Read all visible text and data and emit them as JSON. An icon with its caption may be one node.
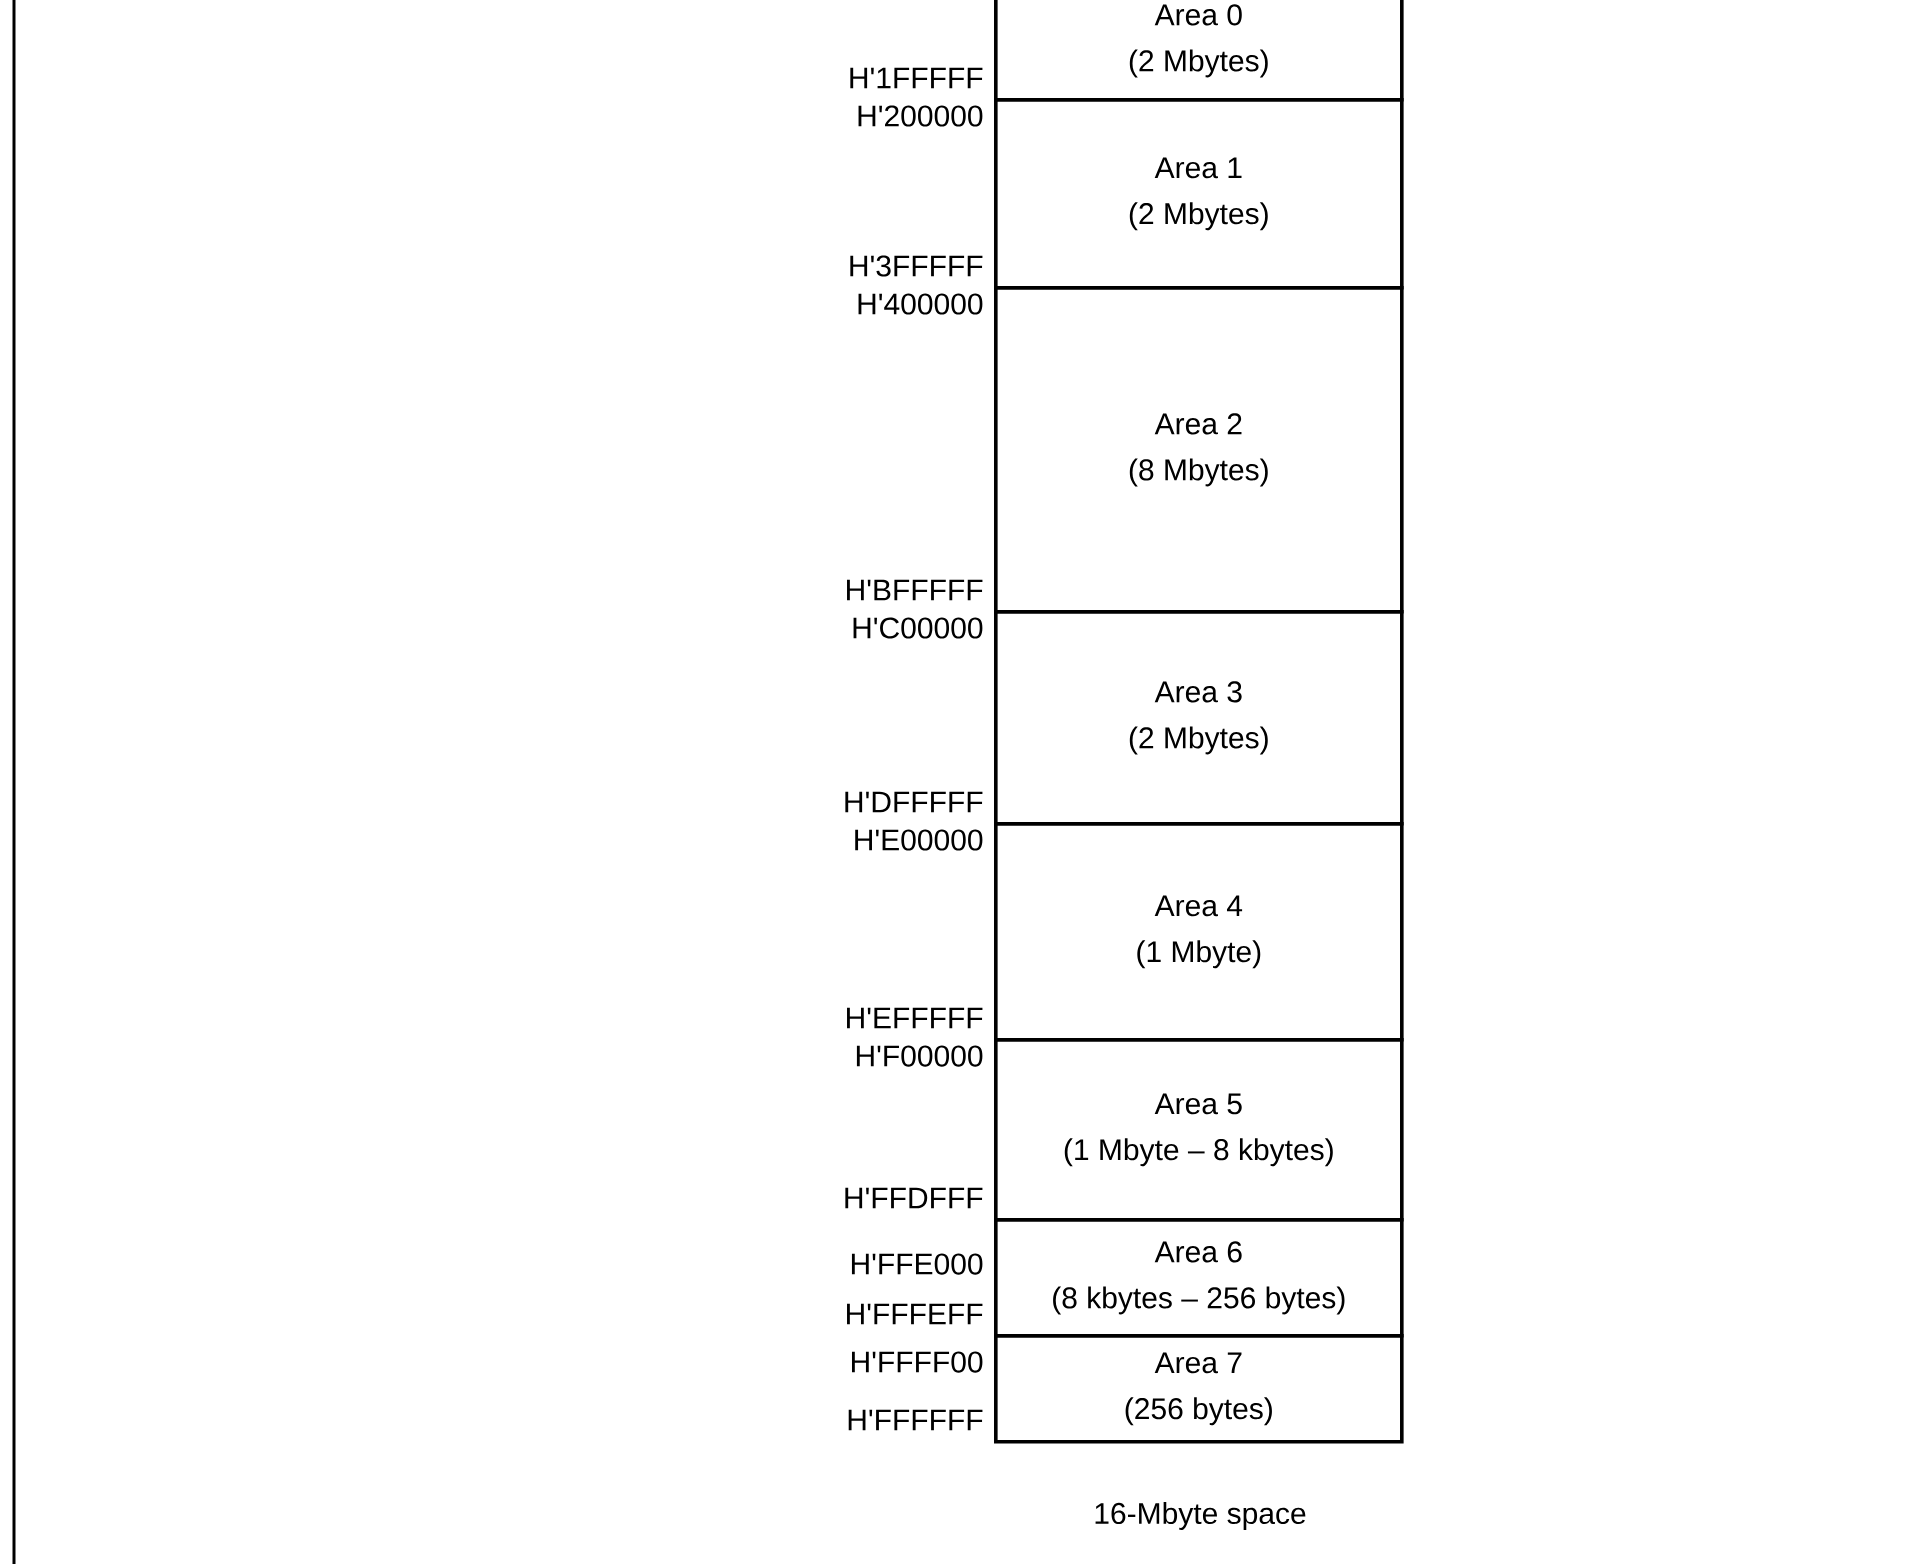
{
  "diagram": {
    "nodes": [
      {
        "text": [
          "Area 0",
          "(2 Mbytes)"
        ],
        "beside": [
          "H'1FFFFF"
        ]
      },
      {
        "text": [
          "Area 1",
          "(2 Mbytes)"
        ],
        "beside": [
          "H'200000",
          "H'3FFFFF"
        ]
      },
      {
        "text": [
          "Area 2",
          "(8 Mbytes)"
        ],
        "beside": [
          "H'400000",
          "H'BFFFFF"
        ]
      },
      {
        "text": [
          "Area 3",
          "(2 Mbytes)"
        ],
        "beside": [
          "H'C00000",
          "H'DFFFFF"
        ]
      },
      {
        "text": [
          "Area 4",
          "(1 Mbyte)"
        ],
        "beside": [
          "H'E00000",
          "H'EFFFFF"
        ]
      },
      {
        "text": [
          "Area 5",
          "(1 Mbyte – 8 kbytes)"
        ],
        "beside": [
          "H'F00000",
          "H'FFDFFF"
        ]
      },
      {
        "text": [
          "Area 6",
          "(8 kbytes – 256 bytes)"
        ],
        "beside": [
          "H'FFE000",
          "H'FFFEFF"
        ]
      },
      {
        "text": [
          "Area 7",
          "(256 bytes)"
        ],
        "beside": [
          "H'FFFF00",
          "H'FFFFFF"
        ]
      }
    ],
    "labels": [
      "16-Mbyte space"
    ]
  }
}
